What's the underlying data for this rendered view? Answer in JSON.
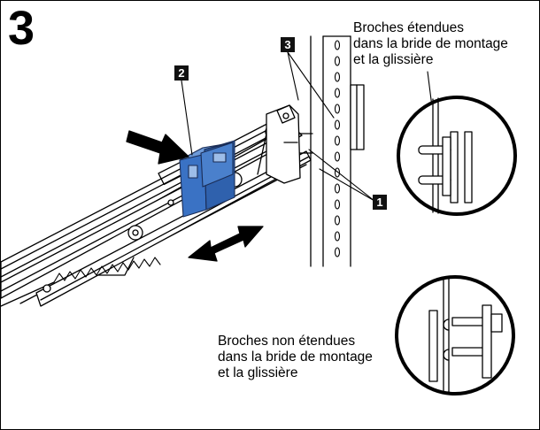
{
  "step_number": "3",
  "callouts": {
    "c1": "1",
    "c2": "2",
    "c3": "3"
  },
  "caption_extended": {
    "line1": "Broches étendues",
    "line2": "dans la bride de montage",
    "line3": "et la glissière"
  },
  "caption_retracted": {
    "line1": "Broches non étendues",
    "line2": "dans la bride de montage",
    "line3": "et la glissière"
  },
  "colors": {
    "latch_blue": "#3a72c4",
    "ink": "#000000",
    "paper": "#ffffff"
  },
  "icons": [
    "push-arrow",
    "slide-double-arrow",
    "spring",
    "rack-post",
    "mounting-bracket"
  ]
}
